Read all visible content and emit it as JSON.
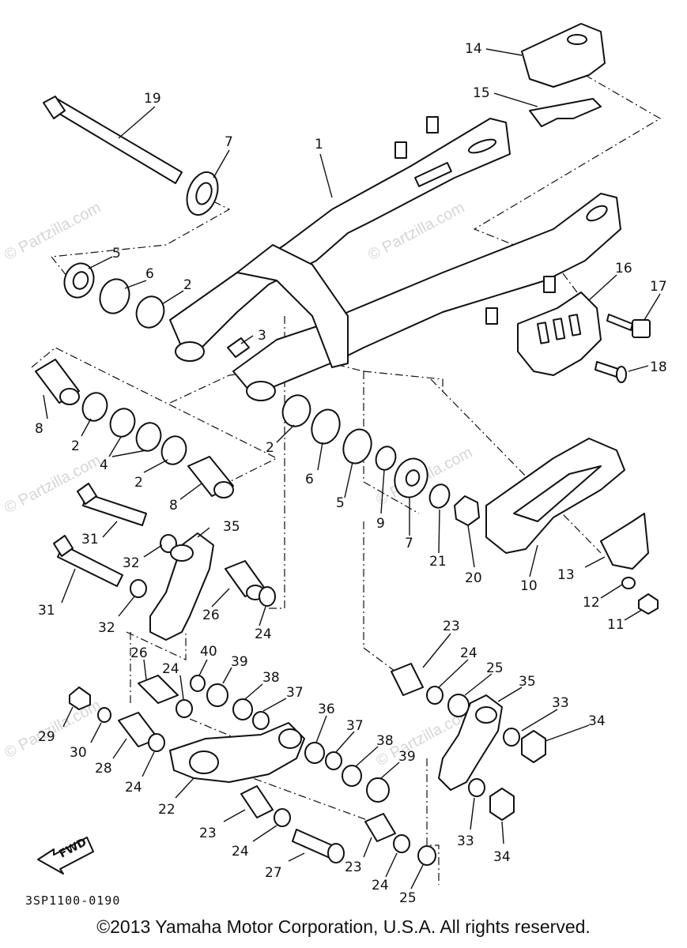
{
  "watermark": "© Partzilla.com",
  "diagram_code": "3SP1100-0190",
  "copyright": "©2013 Yamaha Motor Corporation, U.S.A. All rights reserved.",
  "fwd_label": "FWD",
  "part_numbers": {
    "p1": "1",
    "p2": "2",
    "p3": "3",
    "p4": "4",
    "p5": "5",
    "p6": "6",
    "p7": "7",
    "p8": "8",
    "p9": "9",
    "p10": "10",
    "p11": "11",
    "p12": "12",
    "p13": "13",
    "p14": "14",
    "p15": "15",
    "p16": "16",
    "p17": "17",
    "p18": "18",
    "p19": "19",
    "p20": "20",
    "p21": "21",
    "p22": "22",
    "p23": "23",
    "p24": "24",
    "p25": "25",
    "p26": "26",
    "p27": "27",
    "p28": "28",
    "p29": "29",
    "p30": "30",
    "p31": "31",
    "p32": "32",
    "p33": "33",
    "p34": "34",
    "p35": "35",
    "p36": "36",
    "p37": "37",
    "p38": "38",
    "p39": "39",
    "p40": "40"
  }
}
